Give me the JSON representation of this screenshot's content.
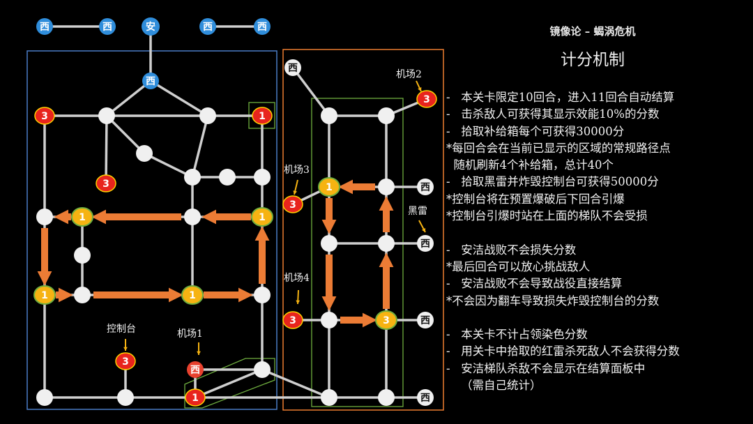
{
  "header": {
    "subtitle": "镜像论 – 蝎涡危机",
    "title": "计分机制"
  },
  "colors": {
    "background": "#000000",
    "path": "#cfcfcf",
    "node_white": "#f0f0f0",
    "node_red": "#e8241d",
    "node_yellow": "#f6b312",
    "node_blue": "#2f8ddb",
    "arrow": "#ec7c35",
    "left_zone": "#4a7ec7",
    "right_zone": "#ee7d31",
    "highlight": "#6fae3f"
  },
  "map": {
    "node_text": {
      "red_3": "3",
      "red_1": "1",
      "yellow_1": "1",
      "yellow_3": "3",
      "safe": "安",
      "base_glyph": "西"
    },
    "tags": {
      "airport_1": "机场1",
      "airport_2": "机场2",
      "airport_3": "机场3",
      "airport_4": "机场4",
      "black_mine": "黑雷",
      "control_console": "控制台"
    },
    "icons": {
      "enemy_base": "enemy-base-icon",
      "safe_node": "safe-node-icon"
    }
  },
  "notes": [
    "-   本关卡限定10回合，进入11回合自动结算",
    "-   击杀敌人可获得其显示效能10%的分数",
    "-   拾取补给箱每个可获得30000分",
    "*每回合会在当前已显示的区域的常规路径点",
    "  随机刷新4个补给箱，总计40个",
    "-   拾取黑雷并炸毁控制台可获得50000分",
    "*控制台将在预置爆破后下回合引爆",
    "*控制台引爆时站在上面的梯队不会受损",
    "",
    "-   安洁战败不会损失分数",
    "*最后回合可以放心挑战敌人",
    "-   安洁战败不会导致战役直接结算",
    "*不会因为翻车导致损失炸毁控制台的分数",
    "",
    "-   本关卡不计占领染色分数",
    "-   用关卡中拾取的红雷杀死敌人不会获得分数",
    "-   安洁梯队杀敌不会显示在结算面板中",
    "    （需自己统计）"
  ]
}
